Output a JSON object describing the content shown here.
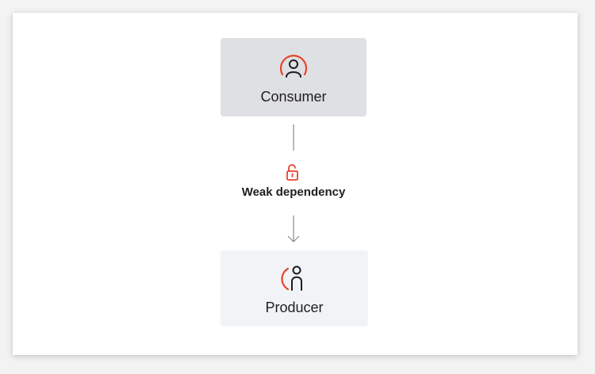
{
  "diagram": {
    "consumer": {
      "label": "Consumer",
      "icon": "consumer-user-icon"
    },
    "producer": {
      "label": "Producer",
      "icon": "producer-user-icon"
    },
    "edge": {
      "label": "Weak dependency",
      "icon": "unlocked-padlock-icon",
      "direction": "consumer-to-producer"
    }
  },
  "colors": {
    "accent": "#e8422c",
    "text": "#1e1e20",
    "consumer_fill": "#dfe0e3",
    "producer_fill": "#f1f3f6",
    "connector": "#8a8a8a"
  }
}
